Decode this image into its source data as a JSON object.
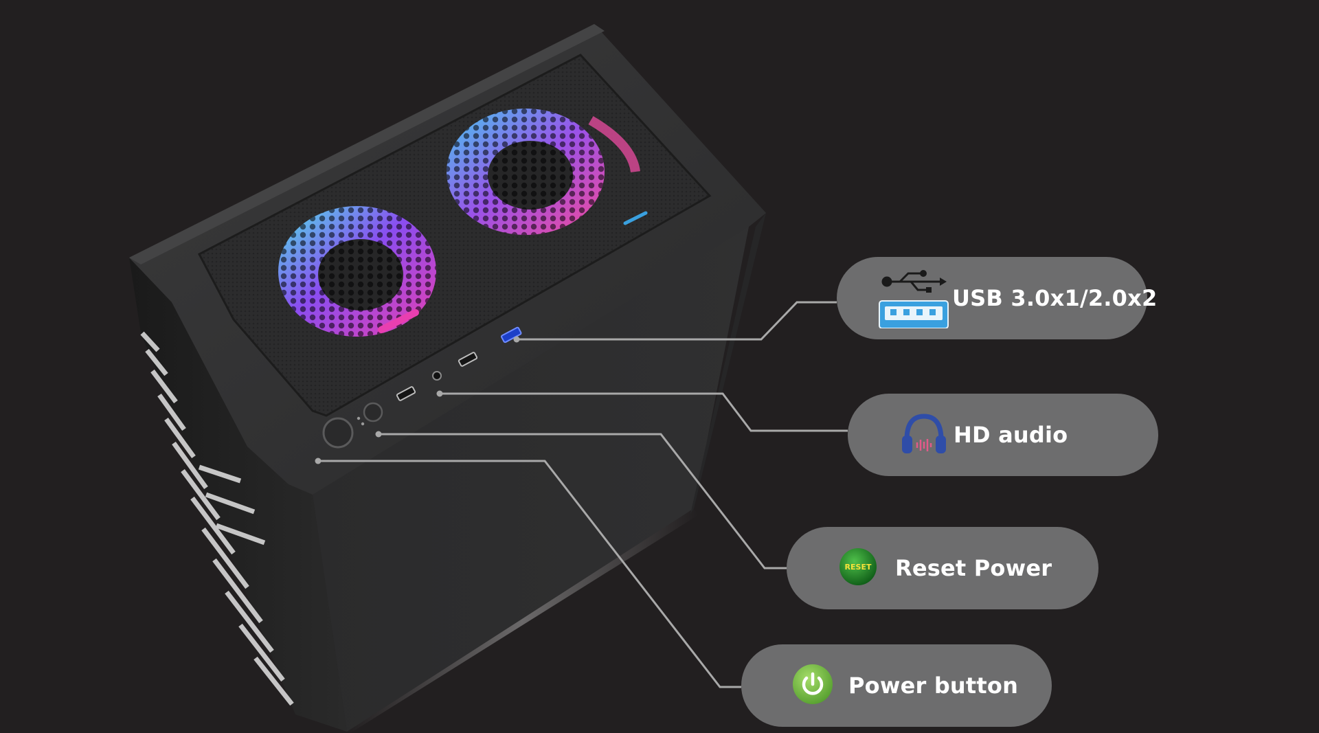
{
  "callouts": {
    "usb": {
      "label": "USB 3.0x1/2.0x2",
      "icon": "usb-icon"
    },
    "audio": {
      "label": "HD audio",
      "icon": "headphones-icon"
    },
    "reset": {
      "label": "Reset Power",
      "icon": "reset-icon",
      "badge_text": "RESET"
    },
    "power": {
      "label": "Power button",
      "icon": "power-icon"
    }
  },
  "colors": {
    "background": "#221f20",
    "pill": "#6d6d6e",
    "leader_line": "#a9a9a9",
    "usb_blue": "#3aa0df",
    "reset_green": "#1f8a2a",
    "power_green": "#7cc242",
    "fan_cyan": "#4fe3e8",
    "fan_magenta": "#e93fb0",
    "fan_purple": "#8a4df0"
  }
}
